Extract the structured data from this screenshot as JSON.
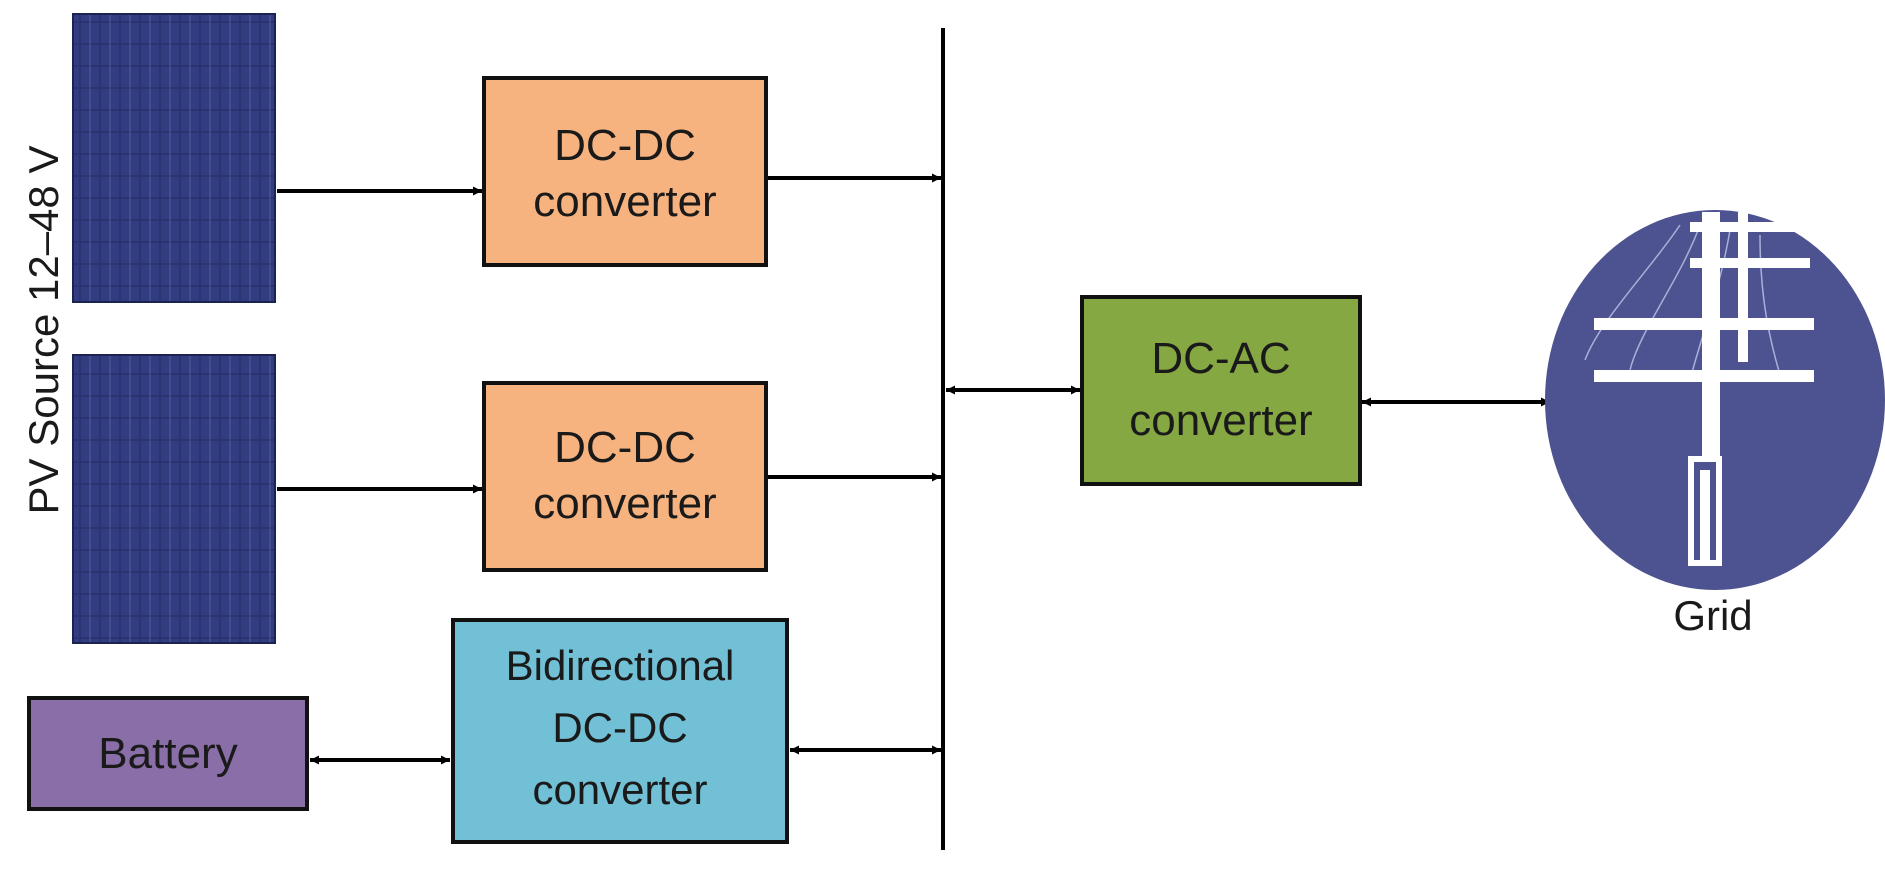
{
  "source_label": "PV Source 12–48 V",
  "blocks": {
    "dcdc_top": {
      "line1": "DC-DC",
      "line2": "converter",
      "fill": "#f7b37f"
    },
    "dcdc_mid": {
      "line1": "DC-DC",
      "line2": "converter",
      "fill": "#f7b37f"
    },
    "bidir": {
      "line1": "Bidirectional",
      "line2": "DC-DC",
      "line3": "converter",
      "fill": "#72c0d5"
    },
    "dcac": {
      "line1": "DC-AC",
      "line2": "converter",
      "fill": "#86a843"
    },
    "battery": {
      "label": "Battery",
      "fill": "#8a6ea8"
    }
  },
  "grid": {
    "label": "Grid",
    "fill": "#4d5390"
  },
  "panel_color": "#2b3470"
}
